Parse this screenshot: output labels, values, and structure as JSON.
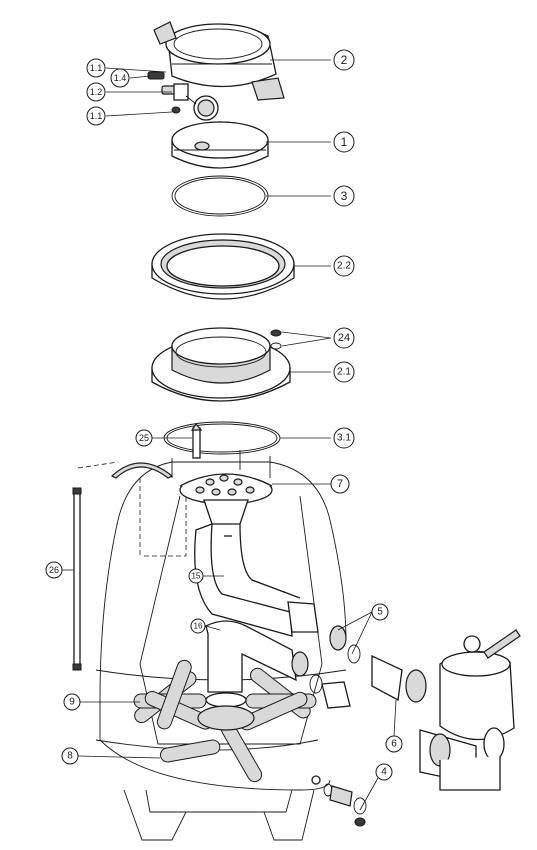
{
  "callouts": {
    "c2": "2",
    "c1_1a": "1.1",
    "c1_4": "1.4",
    "c1_2": "1.2",
    "c1_1b": "1.1",
    "c1": "1",
    "c3": "3",
    "c2_2": "2.2",
    "c24": "24",
    "c2_1": "2.1",
    "c25": "25",
    "c3_1": "3.1",
    "c7": "7",
    "c26": "26",
    "c15": "15",
    "c5": "5",
    "c16": "16",
    "c9": "9",
    "c6": "6",
    "c8": "8",
    "c4": "4"
  }
}
